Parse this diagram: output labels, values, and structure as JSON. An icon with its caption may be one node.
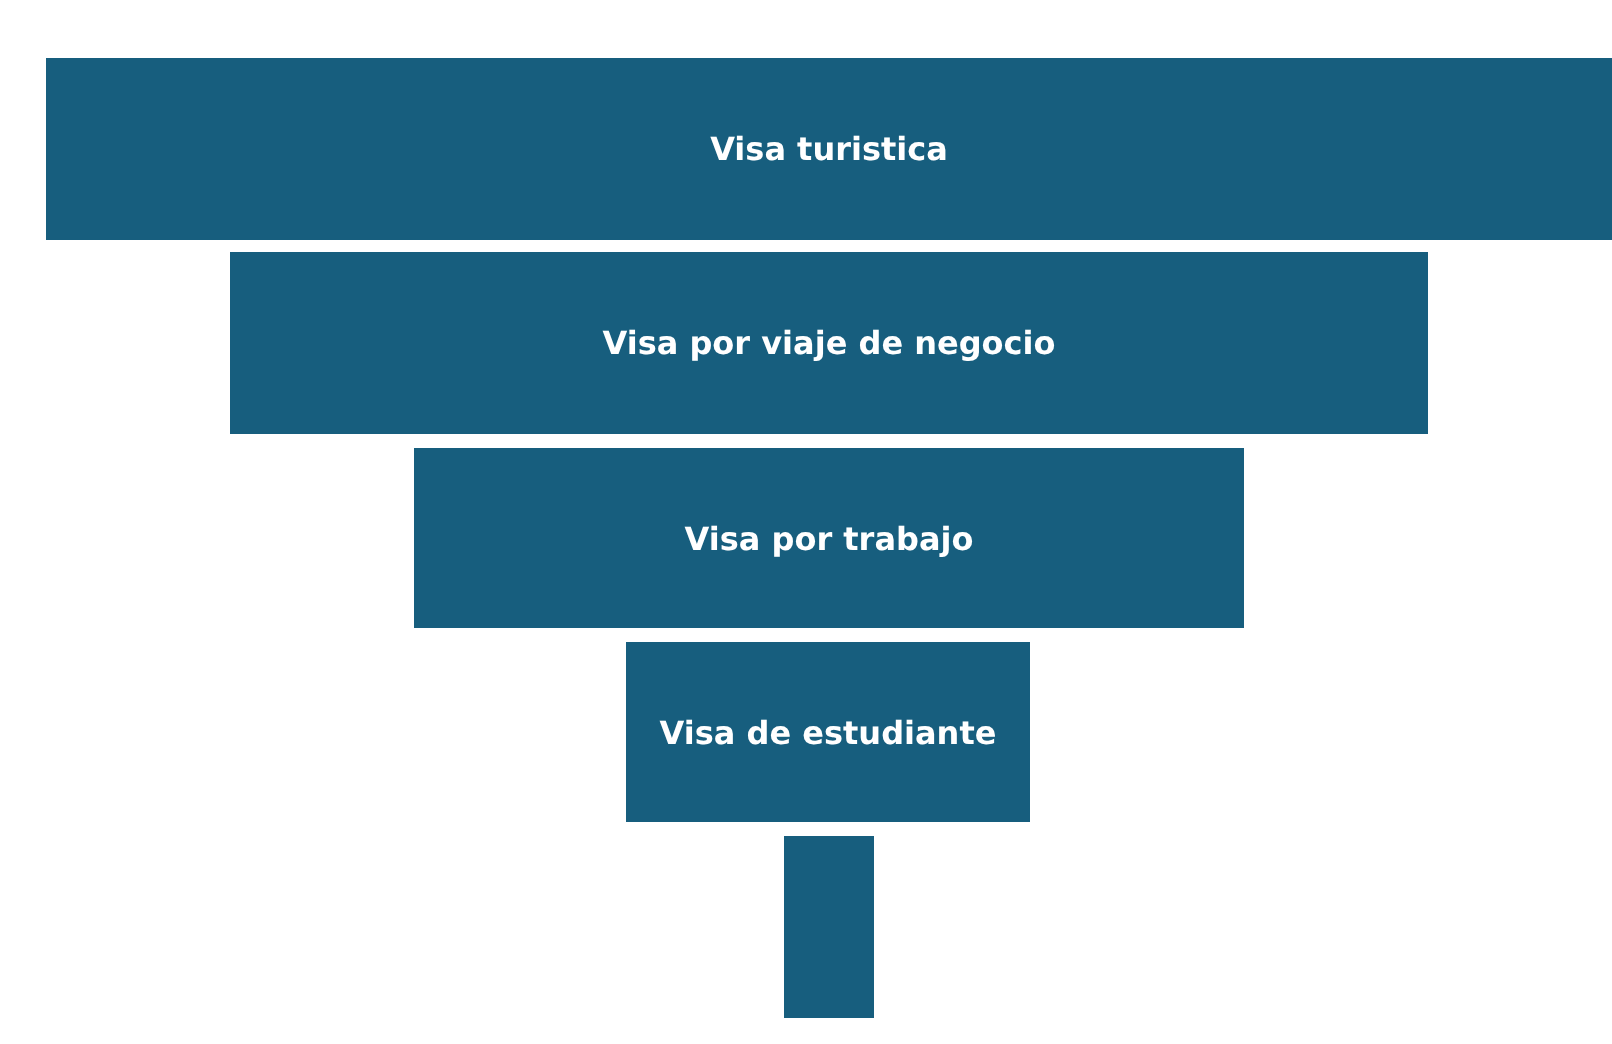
{
  "diagram": {
    "nodes": [
      {
        "text": [
          "Visa turistica"
        ]
      },
      {
        "text": [
          "Visa por viaje de negocio"
        ]
      },
      {
        "text": [
          "Visa por trabajo"
        ]
      },
      {
        "text": [
          "Visa de estudiante"
        ]
      },
      {
        "text": [],
        "shape": "bar"
      }
    ]
  }
}
